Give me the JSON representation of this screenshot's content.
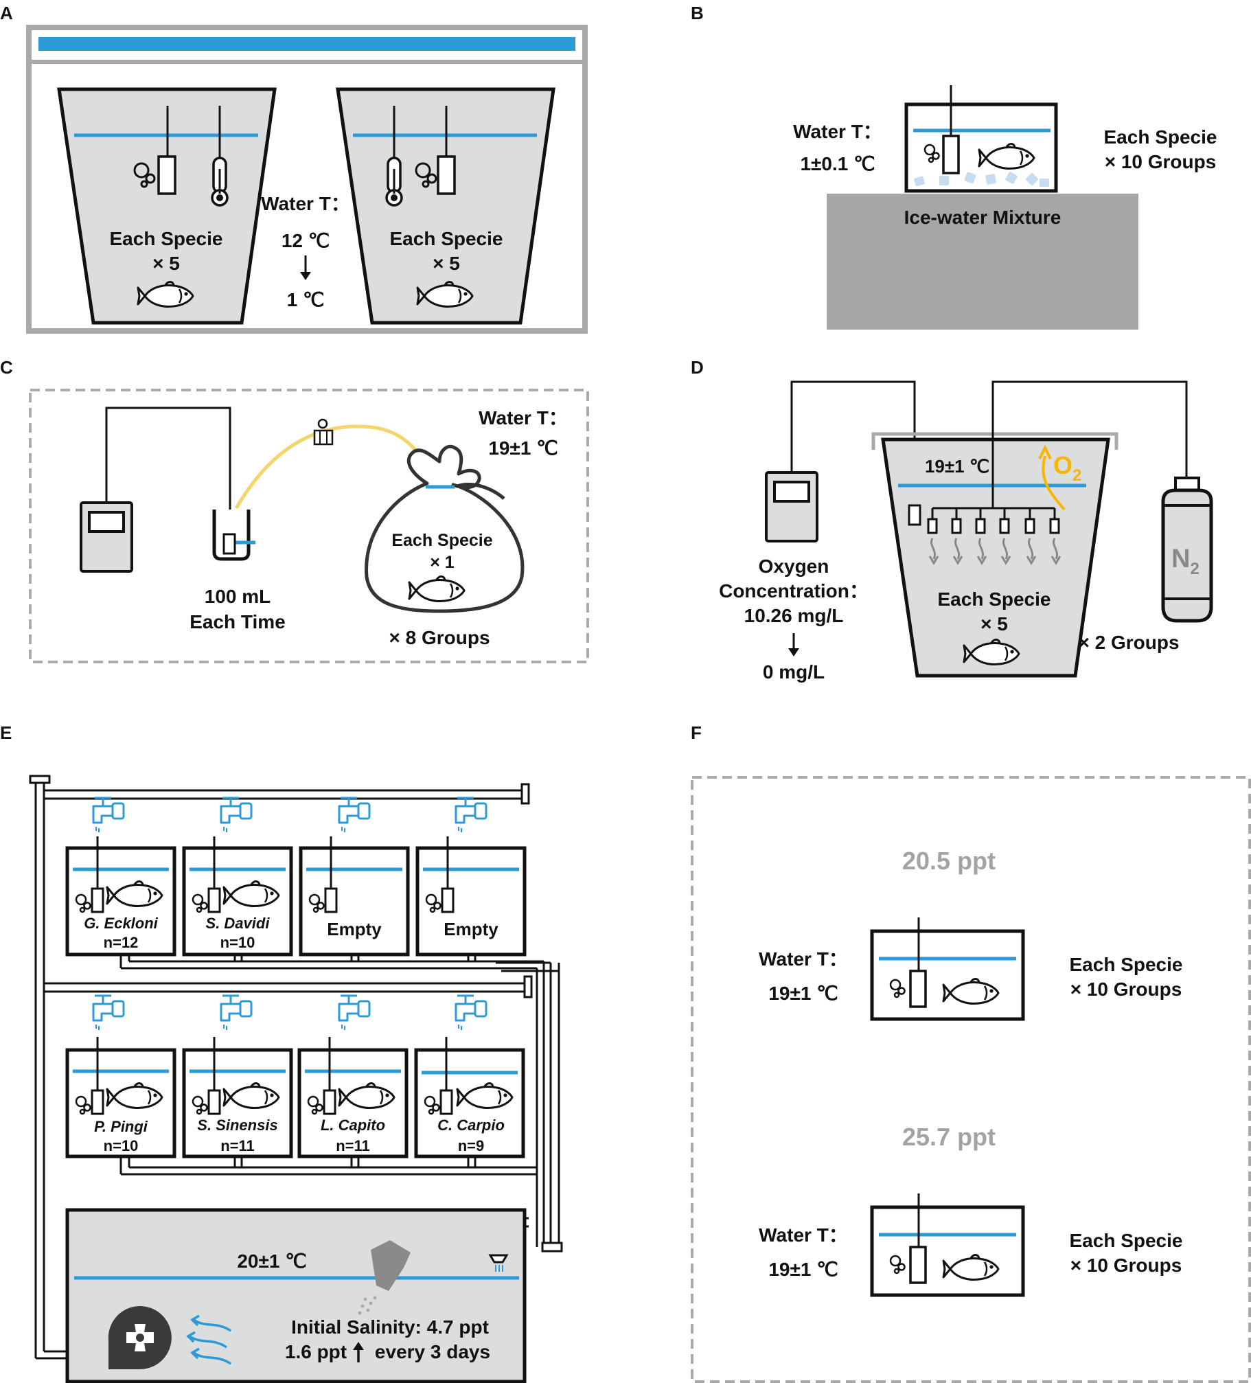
{
  "panels": {
    "a": {
      "letter": "A",
      "left_tank": {
        "specie": "Each Specie",
        "count": "× 5"
      },
      "right_tank": {
        "specie": "Each Specie",
        "count": "× 5"
      },
      "water_t_label": "Water T：",
      "temp_start": "12 ℃",
      "temp_end": "1 ℃"
    },
    "b": {
      "letter": "B",
      "water_t_label": "Water T：",
      "water_t_value": "1±0.1 ℃",
      "specie": "Each Specie",
      "groups": "× 10 Groups",
      "base_label": "Ice-water Mixture"
    },
    "c": {
      "letter": "C",
      "water_t_label": "Water T：",
      "water_t_value": "19±1 ℃",
      "sample_volume": "100 mL",
      "sample_freq": "Each Time",
      "bag_specie": "Each Specie",
      "bag_count": "× 1",
      "groups": "× 8 Groups"
    },
    "d": {
      "letter": "D",
      "tank_temp": "19±1 ℃",
      "gas_o2": "O",
      "gas_o2_sub": "2",
      "gas_n2": "N",
      "gas_n2_sub": "2",
      "oxygen_label_1": "Oxygen",
      "oxygen_label_2": "Concentration：",
      "oxygen_start": "10.26 mg/L",
      "oxygen_end": "0 mg/L",
      "specie": "Each Specie",
      "count": "× 5",
      "groups": "× 2 Groups"
    },
    "e": {
      "letter": "E",
      "top_row": [
        {
          "name": "G. Eckloni",
          "n": "n=12"
        },
        {
          "name": "S. Davidi",
          "n": "n=10"
        },
        {
          "name": "",
          "n": "",
          "empty": "Empty"
        },
        {
          "name": "",
          "n": "",
          "empty": "Empty"
        }
      ],
      "bottom_row": [
        {
          "name": "P. Pingi",
          "n": "n=10"
        },
        {
          "name": "S. Sinensis",
          "n": "n=11"
        },
        {
          "name": "L. Capito",
          "n": "n=11"
        },
        {
          "name": "C. Carpio",
          "n": "n=9"
        }
      ],
      "sump_temp": "20±1 ℃",
      "salinity_initial": "Initial Salinity: 4.7 ppt",
      "salinity_step_a": "1.6 ppt",
      "salinity_step_b": "every 3 days"
    },
    "f": {
      "letter": "F",
      "upper": {
        "salinity": "20.5 ppt",
        "water_t_label": "Water T：",
        "water_t_value": "19±1 ℃",
        "specie": "Each Specie",
        "groups": "× 10 Groups"
      },
      "lower": {
        "salinity": "25.7 ppt",
        "water_t_label": "Water T：",
        "water_t_value": "19±1 ℃",
        "specie": "Each Specie",
        "groups": "× 10 Groups"
      }
    }
  },
  "colors": {
    "water_line": "#2b9ad6",
    "tank_fill": "#dcdddf",
    "frame_gray": "#a8a9ab",
    "ice_base": "#a6a6a6",
    "ice_cube": "#c7dcf0",
    "tube_yellow": "#f3d56b",
    "oxygen_orange": "#f7b500",
    "dashed_border": "#aaaaaa",
    "salinity_gray": "#a3a3a3",
    "fan_dark": "#3a3a3a",
    "salt_shaker": "#8a8a8a",
    "outline": "#111111"
  }
}
